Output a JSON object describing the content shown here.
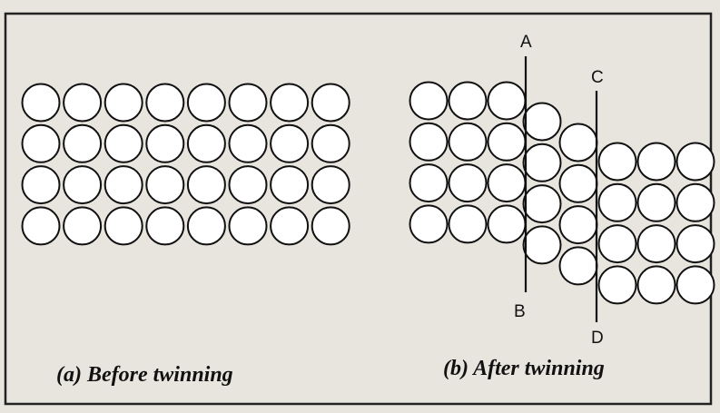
{
  "captions": {
    "before": "(a) Before twinning",
    "after": "(b) After twinning"
  },
  "planes": {
    "a": "A",
    "b": "B",
    "c": "C",
    "d": "D"
  },
  "before_lattice": {
    "rows": 4,
    "columns": 8
  },
  "after_lattice": {
    "left_block": {
      "rows": 4,
      "columns": 3
    },
    "twinned_columns": [
      {
        "atoms": 4
      },
      {
        "atoms": 4
      }
    ],
    "right_block": {
      "rows": 4,
      "columns": 3
    }
  },
  "colors": {
    "paper": "#e8e5de",
    "ink": "#111111",
    "atom_fill": "#ffffff"
  }
}
